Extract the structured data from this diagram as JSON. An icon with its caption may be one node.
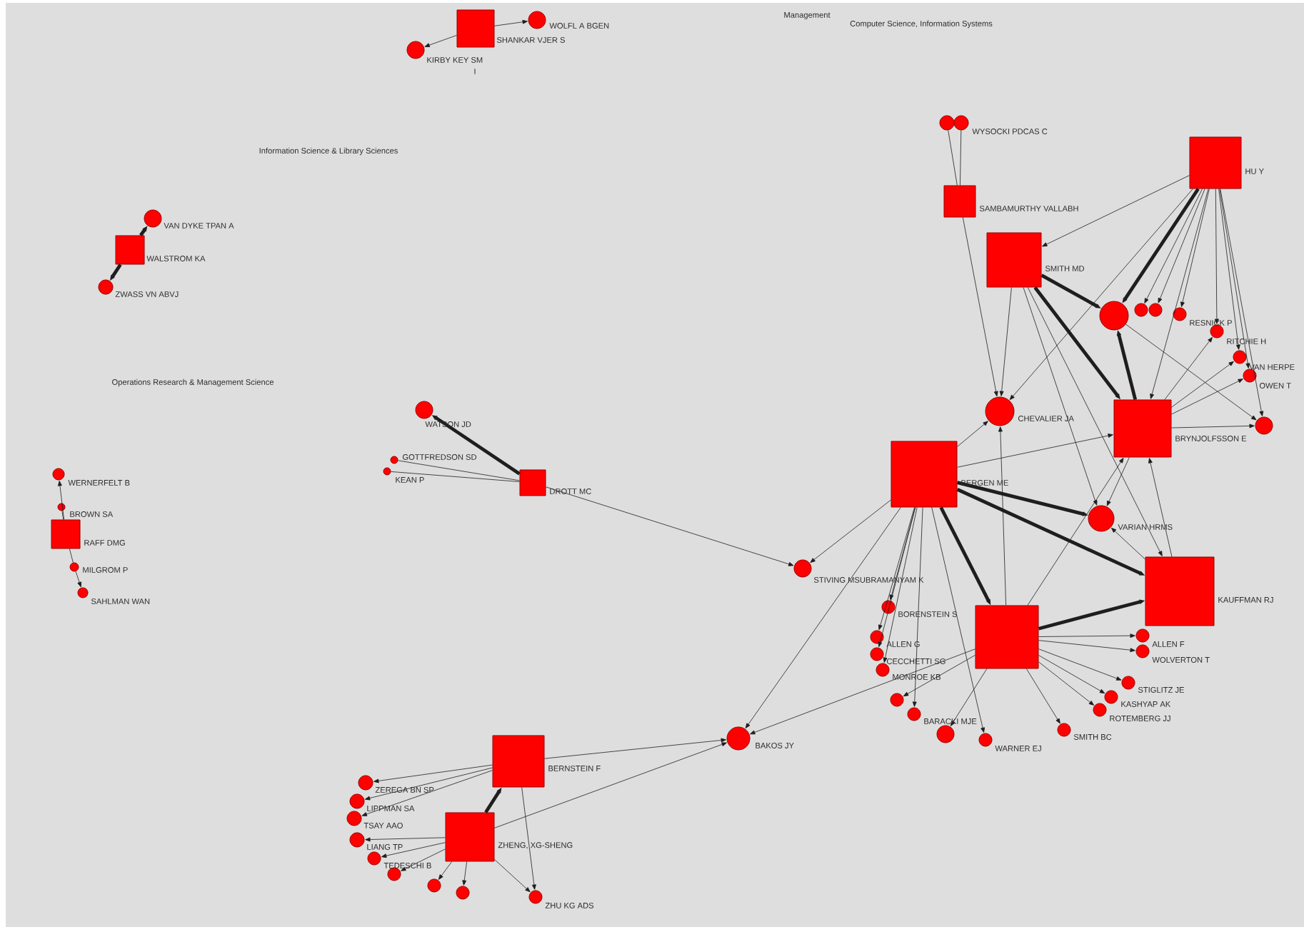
{
  "diagram": {
    "nodes": [
      {
        "text": [],
        "shape": "box",
        "beside": [
          "SHANKAR VJER S"
        ]
      },
      {
        "text": [],
        "shape": "circle",
        "beside": [
          "WOLFL A BGEN"
        ]
      },
      {
        "text": [],
        "shape": "circle",
        "beside": [
          "KIRBY KEY SM",
          "I"
        ]
      },
      {
        "text": [],
        "shape": "circle",
        "beside": [
          "VAN DYKE TPAN A"
        ]
      },
      {
        "text": [],
        "shape": "box",
        "beside": [
          "WALSTROM KA"
        ]
      },
      {
        "text": [],
        "shape": "circle",
        "beside": [
          "ZWASS VN ABVJ"
        ]
      },
      {
        "text": [],
        "shape": "circle",
        "beside": [
          "WERNERFELT B"
        ]
      },
      {
        "text": [],
        "shape": "circle",
        "beside": [
          "BROWN SA"
        ]
      },
      {
        "text": [],
        "shape": "box",
        "beside": [
          "RAFF DMG"
        ]
      },
      {
        "text": [],
        "shape": "circle",
        "beside": [
          "MILGROM P"
        ]
      },
      {
        "text": [],
        "shape": "circle",
        "beside": [
          "SAHLMAN WAN"
        ]
      },
      {
        "text": [],
        "shape": "circle",
        "beside": [
          "WATSON JD"
        ]
      },
      {
        "text": [],
        "shape": "circle",
        "beside": [
          "GOTTFREDSON SD"
        ]
      },
      {
        "text": [],
        "shape": "circle",
        "beside": [
          "KEAN P"
        ]
      },
      {
        "text": [],
        "shape": "box",
        "beside": [
          "DROTT MC"
        ]
      },
      {
        "text": [],
        "shape": "circle",
        "beside": [
          "STIVING MSUBRAMANYAM K"
        ]
      },
      {
        "text": [],
        "shape": "box",
        "beside": [
          "SAMBAMURTHY VALLABH"
        ]
      },
      {
        "text": [],
        "shape": "circle"
      },
      {
        "text": [],
        "shape": "circle",
        "beside": [
          "WYSOCKI PDCAS C"
        ]
      },
      {
        "text": [],
        "shape": "box",
        "beside": [
          "HU Y"
        ]
      },
      {
        "text": [],
        "shape": "box",
        "beside": [
          "SMITH MD"
        ]
      },
      {
        "text": [],
        "shape": "circle"
      },
      {
        "text": [],
        "shape": "circle"
      },
      {
        "text": [],
        "shape": "circle"
      },
      {
        "text": [],
        "shape": "circle",
        "beside": [
          "RESNICK P"
        ]
      },
      {
        "text": [],
        "shape": "circle",
        "beside": [
          "RITCHIE H"
        ]
      },
      {
        "text": [],
        "shape": "circle",
        "beside": [
          "VAN HERPE"
        ]
      },
      {
        "text": [],
        "shape": "circle",
        "beside": [
          "OWEN T"
        ]
      },
      {
        "text": [],
        "shape": "circle"
      },
      {
        "text": [],
        "shape": "circle",
        "beside": [
          "CHEVALIER JA"
        ]
      },
      {
        "text": [],
        "shape": "box",
        "beside": [
          "BRYNJOLFSSON E"
        ]
      },
      {
        "text": [],
        "shape": "box",
        "beside": [
          "BERGEN ME"
        ]
      },
      {
        "text": [],
        "shape": "circle",
        "beside": [
          "VARIAN HRMS"
        ]
      },
      {
        "text": [],
        "shape": "box",
        "beside": [
          "KAUFFMAN RJ"
        ]
      },
      {
        "text": [],
        "shape": "box"
      },
      {
        "text": [],
        "shape": "circle",
        "beside": [
          "BAKOS JY"
        ]
      },
      {
        "text": [],
        "shape": "box",
        "beside": [
          "BERNSTEIN F"
        ]
      },
      {
        "text": [],
        "shape": "box",
        "beside": [
          "ZHENG, XG-SHENG"
        ]
      },
      {
        "text": [],
        "shape": "circle",
        "beside": [
          "ZEREGA BN SP"
        ]
      },
      {
        "text": [],
        "shape": "circle",
        "beside": [
          "LIPPMAN SA"
        ]
      },
      {
        "text": [],
        "shape": "circle",
        "beside": [
          "TSAY AAO"
        ]
      },
      {
        "text": [],
        "shape": "circle",
        "beside": [
          "LIANG TP"
        ]
      },
      {
        "text": [],
        "shape": "circle",
        "beside": [
          "TEDESCHI B"
        ]
      },
      {
        "text": [],
        "shape": "circle"
      },
      {
        "text": [],
        "shape": "circle"
      },
      {
        "text": [],
        "shape": "circle"
      },
      {
        "text": [],
        "shape": "circle",
        "beside": [
          "ZHU KG ADS"
        ]
      },
      {
        "text": [],
        "shape": "circle",
        "beside": [
          "BORENSTEIN S"
        ]
      },
      {
        "text": [],
        "shape": "circle",
        "beside": [
          "ALLEN G"
        ]
      },
      {
        "text": [],
        "shape": "circle",
        "beside": [
          "CECCHETTI SG"
        ]
      },
      {
        "text": [],
        "shape": "circle",
        "beside": [
          "MONROE KB"
        ]
      },
      {
        "text": [],
        "shape": "circle"
      },
      {
        "text": [],
        "shape": "circle",
        "beside": [
          "BARACKI MJE"
        ]
      },
      {
        "text": [],
        "shape": "circle"
      },
      {
        "text": [],
        "shape": "circle",
        "beside": [
          "WARNER EJ"
        ]
      },
      {
        "text": [],
        "shape": "circle",
        "beside": [
          "SMITH BC"
        ]
      },
      {
        "text": [],
        "shape": "circle",
        "beside": [
          "ROTEMBERG JJ"
        ]
      },
      {
        "text": [],
        "shape": "circle",
        "beside": [
          "KASHYAP AK"
        ]
      },
      {
        "text": [],
        "shape": "circle",
        "beside": [
          "STIGLITZ JE"
        ]
      },
      {
        "text": [],
        "shape": "circle",
        "beside": [
          "WOLVERTON T"
        ]
      },
      {
        "text": [],
        "shape": "circle",
        "beside": [
          "ALLEN F"
        ]
      }
    ],
    "edges": [
      {
        "from": 0,
        "to": 1,
        "arrow": "to"
      },
      {
        "from": 0,
        "to": 2,
        "arrow": "to"
      },
      {
        "from": 4,
        "to": 3,
        "arrow": "to",
        "style": "thick"
      },
      {
        "from": 4,
        "to": 5,
        "arrow": "to",
        "style": "thick"
      },
      {
        "from": 8,
        "to": 6,
        "arrow": "to"
      },
      {
        "from": 8,
        "to": 7,
        "arrow": "none"
      },
      {
        "from": 8,
        "to": 9,
        "arrow": "none"
      },
      {
        "from": 9,
        "to": 10,
        "arrow": "to"
      },
      {
        "from": 14,
        "to": 11,
        "arrow": "to",
        "style": "thick"
      },
      {
        "from": 14,
        "to": 12,
        "arrow": "none"
      },
      {
        "from": 14,
        "to": 13,
        "arrow": "none"
      },
      {
        "from": 14,
        "to": 15,
        "arrow": "to"
      },
      {
        "from": 16,
        "to": 17,
        "arrow": "none"
      },
      {
        "from": 16,
        "to": 18,
        "arrow": "none"
      },
      {
        "from": 16,
        "to": 29,
        "arrow": "to"
      },
      {
        "from": 19,
        "to": 20,
        "arrow": "to"
      },
      {
        "from": 19,
        "to": 21,
        "arrow": "to",
        "style": "thick"
      },
      {
        "from": 19,
        "to": 22,
        "arrow": "to"
      },
      {
        "from": 19,
        "to": 23,
        "arrow": "to"
      },
      {
        "from": 19,
        "to": 24,
        "arrow": "to"
      },
      {
        "from": 19,
        "to": 25,
        "arrow": "to"
      },
      {
        "from": 19,
        "to": 26,
        "arrow": "to"
      },
      {
        "from": 19,
        "to": 27,
        "arrow": "to"
      },
      {
        "from": 19,
        "to": 28,
        "arrow": "to"
      },
      {
        "from": 19,
        "to": 30,
        "arrow": "to"
      },
      {
        "from": 19,
        "to": 29,
        "arrow": "to"
      },
      {
        "from": 20,
        "to": 21,
        "arrow": "to",
        "style": "thick"
      },
      {
        "from": 20,
        "to": 30,
        "arrow": "to",
        "style": "thick"
      },
      {
        "from": 20,
        "to": 29,
        "arrow": "to"
      },
      {
        "from": 20,
        "to": 32,
        "arrow": "to"
      },
      {
        "from": 20,
        "to": 33,
        "arrow": "to"
      },
      {
        "from": 30,
        "to": 21,
        "arrow": "to",
        "style": "thick"
      },
      {
        "from": 21,
        "to": 28,
        "arrow": "to"
      },
      {
        "from": 30,
        "to": 25,
        "arrow": "to"
      },
      {
        "from": 30,
        "to": 26,
        "arrow": "to"
      },
      {
        "from": 30,
        "to": 27,
        "arrow": "to"
      },
      {
        "from": 30,
        "to": 28,
        "arrow": "to"
      },
      {
        "from": 30,
        "to": 32,
        "arrow": "to"
      },
      {
        "from": 31,
        "to": 30,
        "arrow": "to"
      },
      {
        "from": 31,
        "to": 29,
        "arrow": "to"
      },
      {
        "from": 31,
        "to": 32,
        "arrow": "to",
        "style": "thick"
      },
      {
        "from": 31,
        "to": 33,
        "arrow": "to",
        "style": "thick"
      },
      {
        "from": 31,
        "to": 15,
        "arrow": "to"
      },
      {
        "from": 31,
        "to": 35,
        "arrow": "to"
      },
      {
        "from": 31,
        "to": 34,
        "arrow": "to",
        "style": "thick"
      },
      {
        "from": 31,
        "to": 47,
        "arrow": "to"
      },
      {
        "from": 31,
        "to": 48,
        "arrow": "to"
      },
      {
        "from": 31,
        "to": 49,
        "arrow": "to"
      },
      {
        "from": 31,
        "to": 50,
        "arrow": "to"
      },
      {
        "from": 31,
        "to": 52,
        "arrow": "to"
      },
      {
        "from": 34,
        "to": 53,
        "arrow": "to"
      },
      {
        "from": 31,
        "to": 54,
        "arrow": "to"
      },
      {
        "from": 34,
        "to": 33,
        "arrow": "to",
        "style": "thick"
      },
      {
        "from": 34,
        "to": 29,
        "arrow": "to"
      },
      {
        "from": 34,
        "to": 30,
        "arrow": "to"
      },
      {
        "from": 34,
        "to": 35,
        "arrow": "to"
      },
      {
        "from": 34,
        "to": 51,
        "arrow": "to"
      },
      {
        "from": 34,
        "to": 55,
        "arrow": "to"
      },
      {
        "from": 34,
        "to": 56,
        "arrow": "to"
      },
      {
        "from": 34,
        "to": 57,
        "arrow": "to"
      },
      {
        "from": 34,
        "to": 58,
        "arrow": "to"
      },
      {
        "from": 34,
        "to": 59,
        "arrow": "to"
      },
      {
        "from": 34,
        "to": 60,
        "arrow": "to"
      },
      {
        "from": 33,
        "to": 32,
        "arrow": "to"
      },
      {
        "from": 33,
        "to": 30,
        "arrow": "to"
      },
      {
        "from": 36,
        "to": 35,
        "arrow": "to"
      },
      {
        "from": 37,
        "to": 35,
        "arrow": "to"
      },
      {
        "from": 37,
        "to": 36,
        "arrow": "to",
        "style": "thick"
      },
      {
        "from": 36,
        "to": 38,
        "arrow": "to"
      },
      {
        "from": 36,
        "to": 39,
        "arrow": "to"
      },
      {
        "from": 36,
        "to": 40,
        "arrow": "to"
      },
      {
        "from": 37,
        "to": 45,
        "arrow": "to"
      },
      {
        "from": 36,
        "to": 46,
        "arrow": "to"
      },
      {
        "from": 37,
        "to": 41,
        "arrow": "to"
      },
      {
        "from": 37,
        "to": 42,
        "arrow": "to"
      },
      {
        "from": 37,
        "to": 43,
        "arrow": "to"
      },
      {
        "from": 37,
        "to": 44,
        "arrow": "to"
      },
      {
        "from": 37,
        "to": 46,
        "arrow": "to"
      }
    ],
    "labels": [
      "Management",
      "Computer Science, Information Systems",
      "Information Science & Library Sciences",
      "Operations Research & Management Science"
    ]
  }
}
